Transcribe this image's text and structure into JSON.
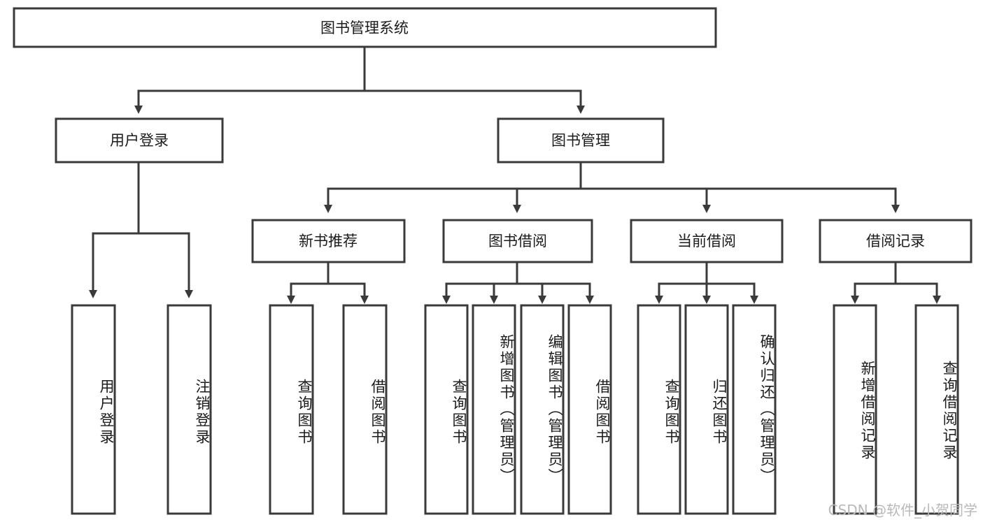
{
  "diagram": {
    "title_node": {
      "label": "图书管理系统"
    },
    "level1": [
      {
        "label": "用户登录"
      },
      {
        "label": "图书管理"
      }
    ],
    "level2": [
      {
        "label": "新书推荐"
      },
      {
        "label": "图书借阅"
      },
      {
        "label": "当前借阅"
      },
      {
        "label": "借阅记录"
      }
    ],
    "leaves": {
      "user_login": [
        {
          "label": "用户登录"
        },
        {
          "label": "注销登录"
        }
      ],
      "new_book_recommend": [
        {
          "label": "查询图书"
        },
        {
          "label": "借阅图书"
        }
      ],
      "book_borrow": [
        {
          "label": "查询图书"
        },
        {
          "label": "新增图书（管理员）"
        },
        {
          "label": "编辑图书（管理员）"
        },
        {
          "label": "借阅图书"
        }
      ],
      "current_borrow": [
        {
          "label": "查询图书"
        },
        {
          "label": "归还图书"
        },
        {
          "label": "确认归还（管理员）"
        }
      ],
      "borrow_record": [
        {
          "label": "新增借阅记录"
        },
        {
          "label": "查询借阅记录"
        }
      ]
    }
  },
  "watermark": {
    "text": "CSDN @软件_小贺同学"
  },
  "colors": {
    "stroke": "#3a3a3a",
    "box_fill": "#ffffff",
    "text": "#1b1b1b",
    "watermark": "#b9b9b9",
    "background": "#ffffff"
  }
}
